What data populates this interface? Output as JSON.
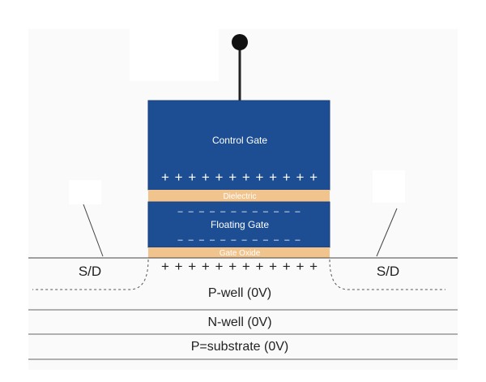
{
  "diagram": {
    "control_gate": "Control Gate",
    "control_gate_charges": "+ + + + + + + + + + + +",
    "dielectric": "Dielectric",
    "floating_gate": "Floating Gate",
    "floating_gate_charges_row1": "– – – – – – – – – – – –",
    "floating_gate_charges_row2": "– – – – – – – – – – – –",
    "floating_gate_charges_row3": "– – – – – – – – – – – –",
    "gate_oxide": "Gate Oxide",
    "channel_charges": "+ + + + + + + + + + + +",
    "source_drain_left": "S/D",
    "source_drain_right": "S/D",
    "p_well": "P-well (0V)",
    "n_well": "N-well (0V)",
    "p_substrate": "P=substrate (0V)"
  },
  "colors": {
    "gate_blue": "#1d4e94",
    "gate_blue_dark": "#163f7b",
    "insulator_tan": "#f2c48d",
    "line": "#555555",
    "ink": "#222222"
  }
}
